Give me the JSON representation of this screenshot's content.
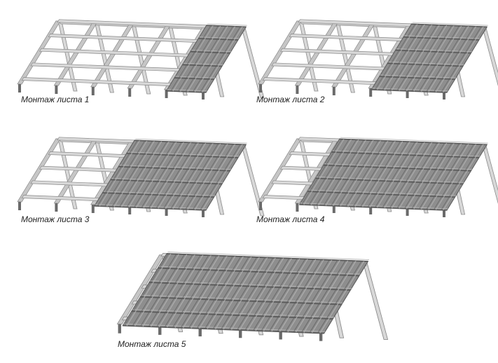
{
  "panels": [
    {
      "caption": "Монтаж листа 1",
      "sheets_installed": 1,
      "total_sheets": 5
    },
    {
      "caption": "Монтаж листа 2",
      "sheets_installed": 2,
      "total_sheets": 5
    },
    {
      "caption": "Монтаж листа 3",
      "sheets_installed": 3,
      "total_sheets": 5
    },
    {
      "caption": "Монтаж листа 4",
      "sheets_installed": 4,
      "total_sheets": 5
    },
    {
      "caption": "Монтаж листа 5",
      "sheets_installed": 5,
      "total_sheets": 5
    }
  ],
  "colors": {
    "sheet_fill": "#8e8e8e",
    "sheet_dark": "#5a5a5a",
    "sheet_light": "#b4b4b4",
    "frame_fill": "#d8d8d8",
    "frame_edge": "#8a8a8a",
    "post_fill": "#6a6a6a"
  }
}
